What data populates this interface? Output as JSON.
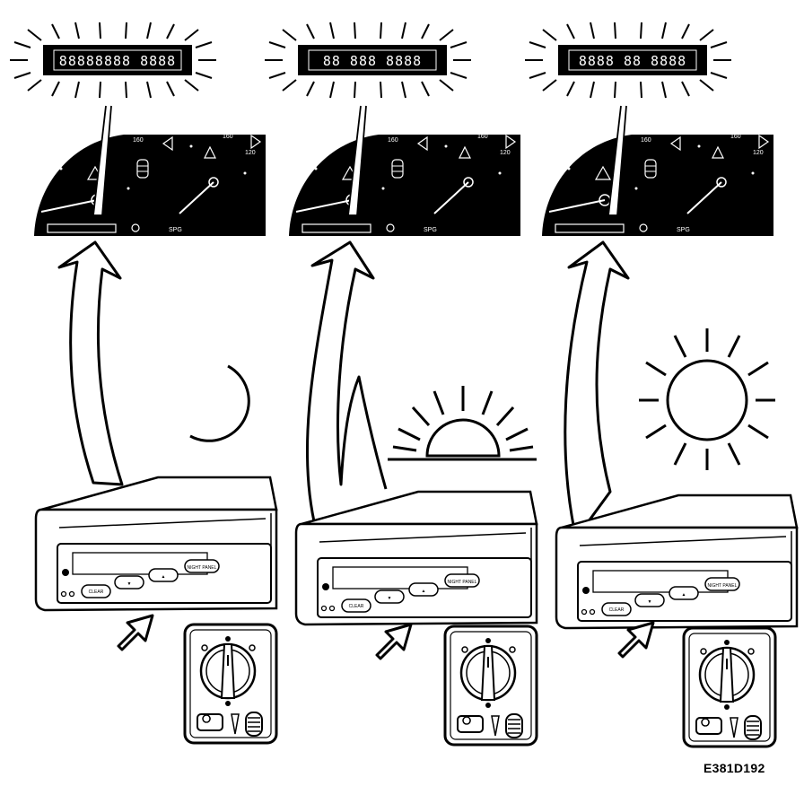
{
  "figure": {
    "code": "E381D192"
  },
  "panels": [
    {
      "condition": "night",
      "condition_icon": "moon-icon",
      "display_text": "88888888 8888",
      "sid_buttons": [
        "CLEAR",
        "▼",
        "▲",
        "NIGHT PANEL"
      ],
      "cluster_labels": [
        "160",
        "160",
        "120",
        "SPG"
      ]
    },
    {
      "condition": "dusk",
      "condition_icon": "setting-sun-icon",
      "display_text": "88 888 8888",
      "sid_buttons": [
        "CLEAR",
        "▼",
        "▲",
        "NIGHT PANEL"
      ],
      "cluster_labels": [
        "160",
        "160",
        "120",
        "SPG"
      ]
    },
    {
      "condition": "day",
      "condition_icon": "sun-icon",
      "display_text": "8888 88 8888",
      "sid_buttons": [
        "CLEAR",
        "▼",
        "▲",
        "NIGHT PANEL"
      ],
      "cluster_labels": [
        "160",
        "160",
        "120",
        "SPG"
      ]
    }
  ],
  "colors": {
    "ink": "#000000",
    "paper": "#ffffff"
  }
}
